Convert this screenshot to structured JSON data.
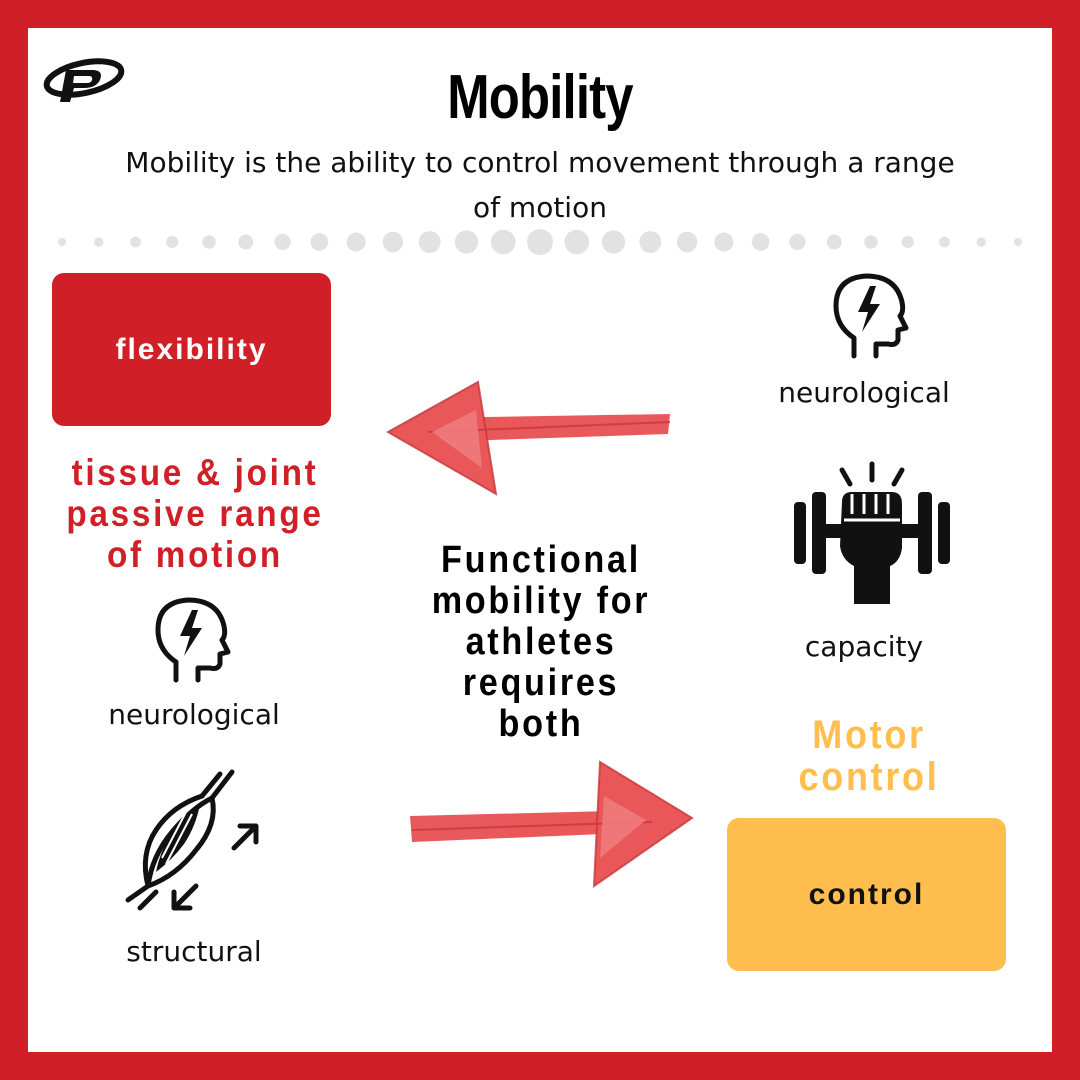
{
  "title": "Mobility",
  "subtitle": "Mobility is the ability to control movement through a range of motion",
  "left": {
    "box_label": "flexibility",
    "description_lines": [
      "tissue & joint",
      "passive range",
      "of motion"
    ],
    "items": [
      {
        "label": "neurological",
        "icon": "head-lightning-icon"
      },
      {
        "label": "structural",
        "icon": "muscle-stretch-icon"
      }
    ]
  },
  "center": {
    "lines": [
      "Functional",
      "mobility for",
      "athletes",
      "requires",
      "both"
    ]
  },
  "right": {
    "items": [
      {
        "label": "neurological",
        "icon": "head-lightning-icon"
      },
      {
        "label": "capacity",
        "icon": "fist-dumbbell-icon"
      }
    ],
    "heading_lines": [
      "Motor",
      "control"
    ],
    "box_label": "control"
  },
  "colors": {
    "frame": "#d01f26",
    "flexibility_box": "#d01f26",
    "control_box": "#ffbe4d",
    "motor_control_text": "#ffbe4d",
    "arrow": "#e84f51"
  }
}
